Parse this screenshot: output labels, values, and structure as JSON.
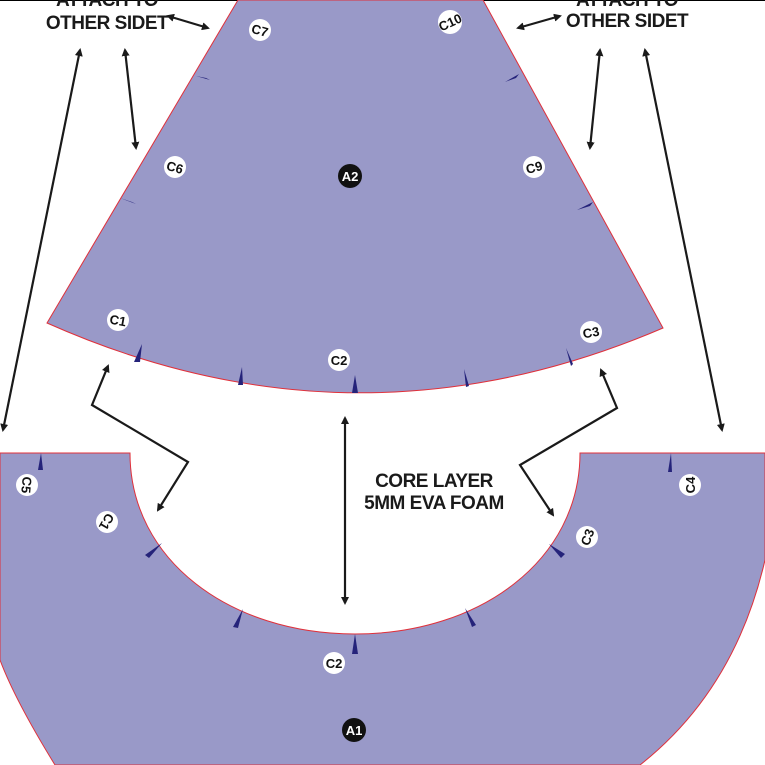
{
  "colors": {
    "piece_fill": "#9999c8",
    "piece_edge": "#e0303a",
    "notch": "#25237a",
    "arrow": "#1a1a1a"
  },
  "labels": {
    "attach_left": [
      "ATTACH TO",
      "OTHER SIDET"
    ],
    "attach_right": [
      "ATTACH TO",
      "OTHER SIDET"
    ],
    "core": [
      "CORE LAYER",
      "5MM EVA FOAM"
    ]
  },
  "pieces": {
    "top": "A2",
    "bottom": "A1"
  },
  "markers": {
    "c7": "C7",
    "c10": "C10",
    "c6": "C6",
    "c9": "C9",
    "c1_top": "C1",
    "c2_top": "C2",
    "c3_top": "C3",
    "c5": "C5",
    "c1_bot": "C1",
    "c2_bot": "C2",
    "c3_bot": "C3",
    "c4": "C4"
  }
}
